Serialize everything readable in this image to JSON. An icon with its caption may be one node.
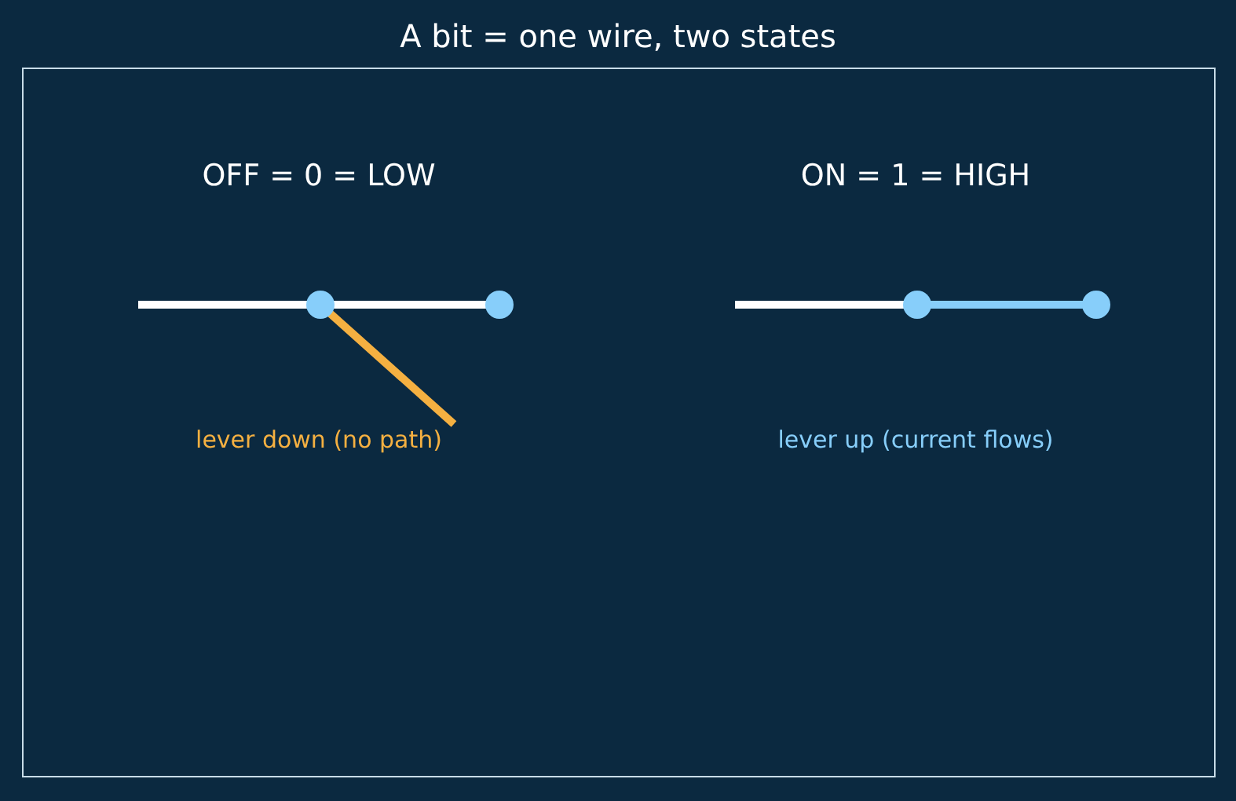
{
  "diagram": {
    "title": "A bit = one wire, two states",
    "labels": [
      "OFF = 0 = LOW",
      "ON = 1 = HIGH",
      "lever down (no path)",
      "lever up (current flows)"
    ]
  }
}
